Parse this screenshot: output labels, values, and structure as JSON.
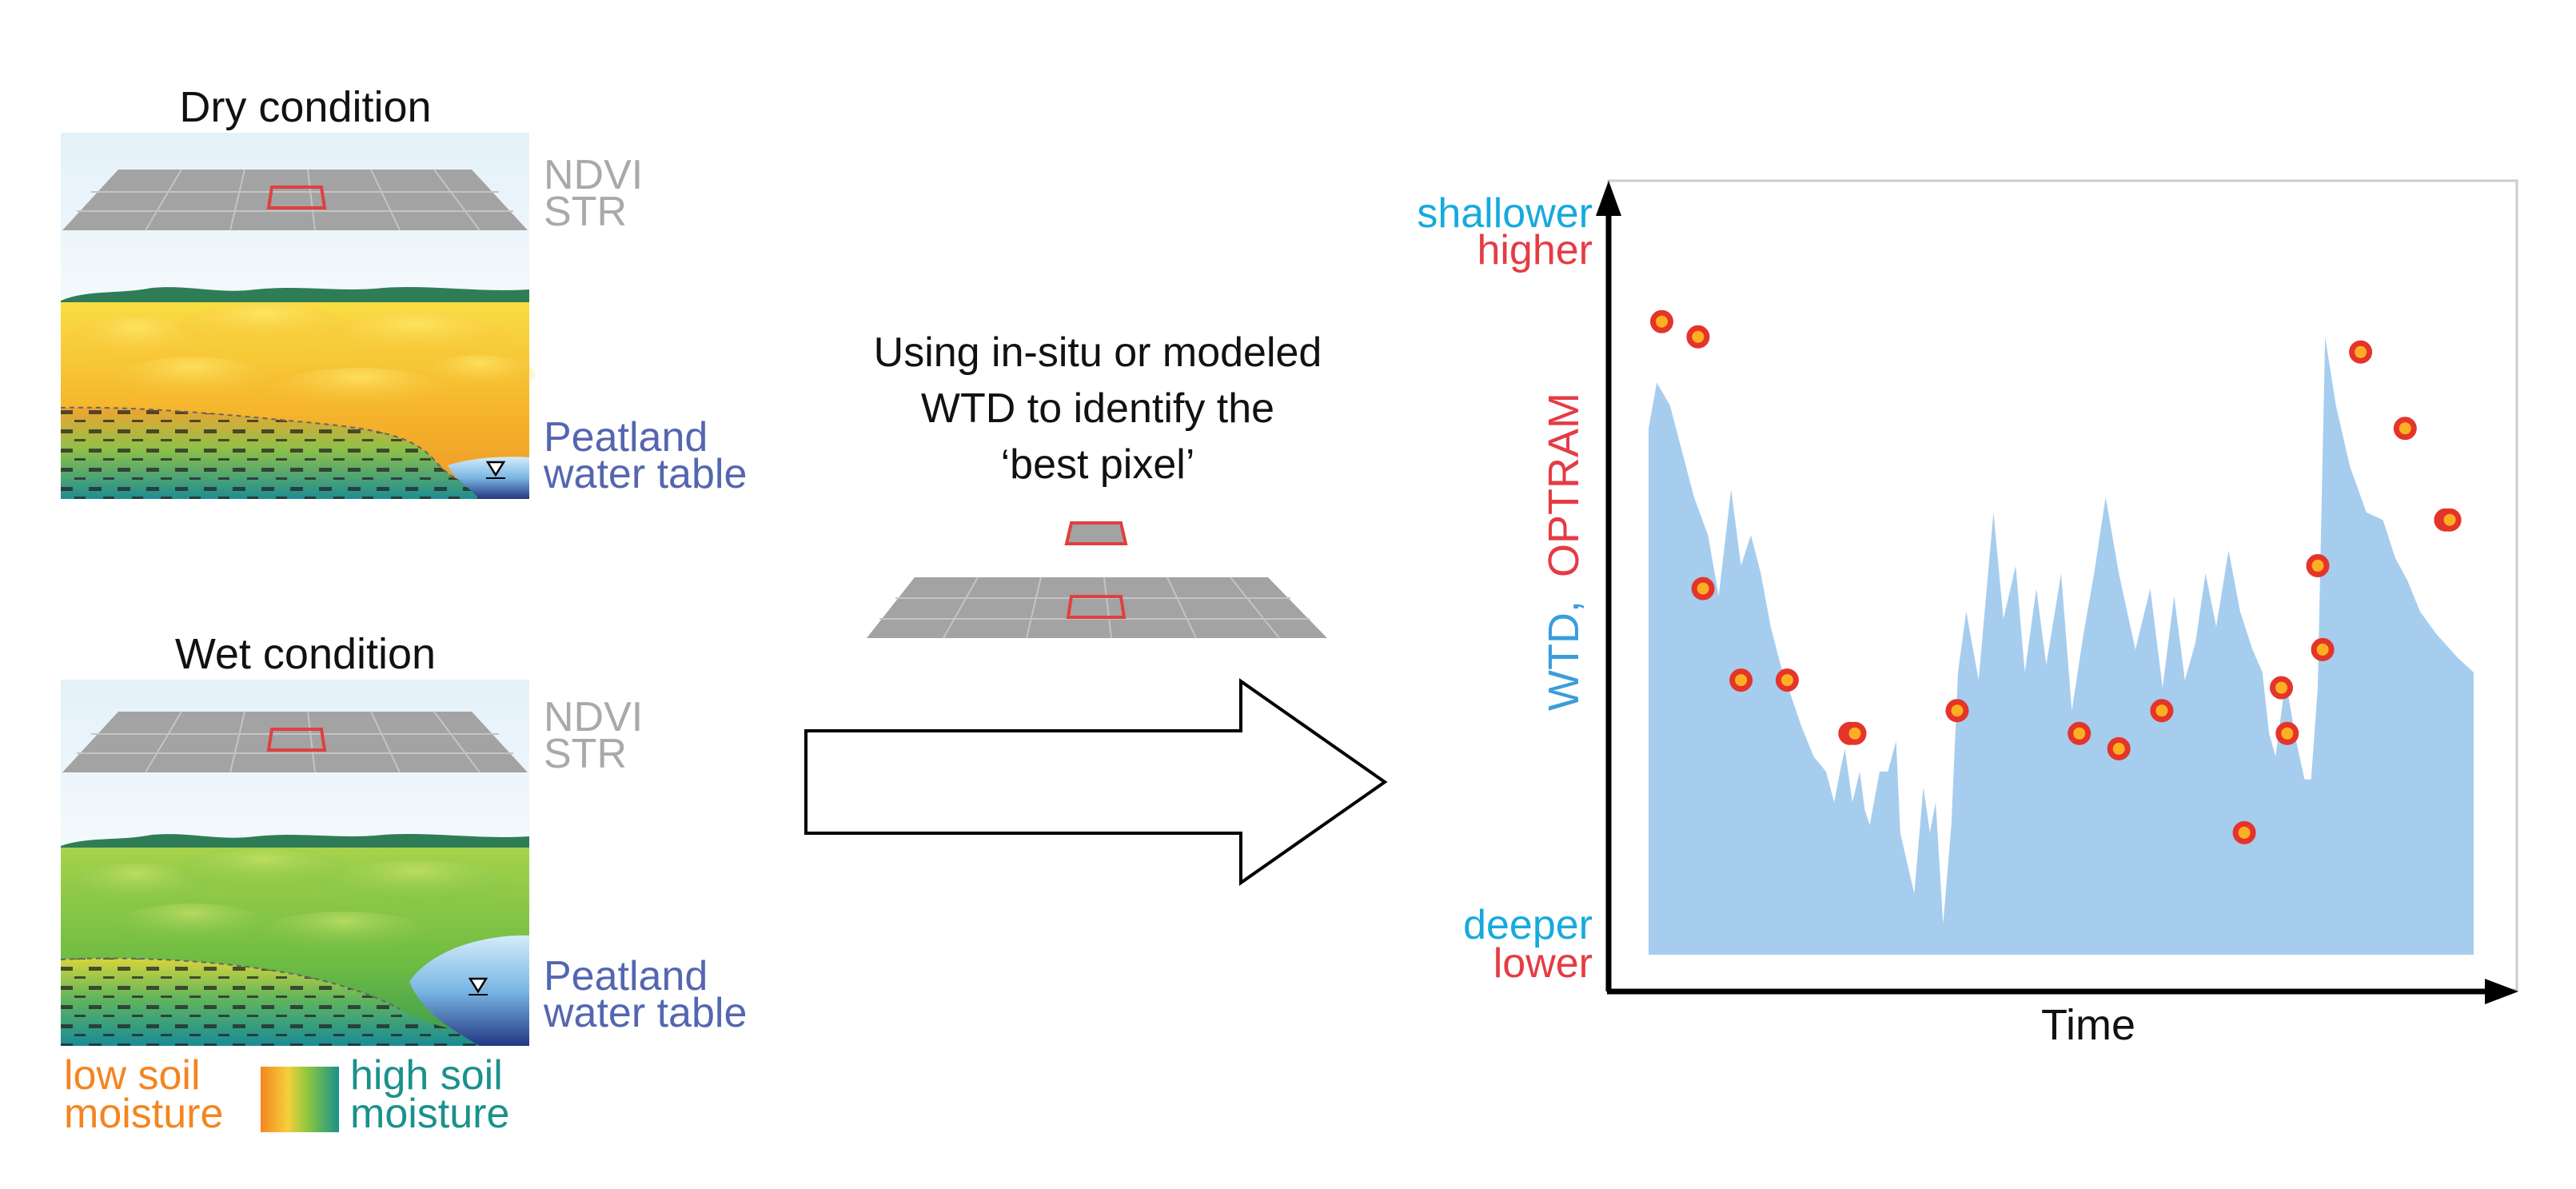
{
  "left": {
    "dry": {
      "title": "Dry condition",
      "layer_labels": [
        "NDVI",
        "STR"
      ],
      "water_table_label": [
        "Peatland",
        "water table"
      ]
    },
    "wet": {
      "title": "Wet condition",
      "layer_labels": [
        "NDVI",
        "STR"
      ],
      "water_table_label": [
        "Peatland",
        "water table"
      ]
    },
    "legend": {
      "low": [
        "low soil",
        "moisture"
      ],
      "high": [
        "high soil",
        "moisture"
      ]
    }
  },
  "middle": {
    "caption": [
      "Using in-situ or modeled",
      "WTD to identify the",
      "‘best pixel’"
    ]
  },
  "chart_data": {
    "type": "area",
    "xlabel": "Time",
    "ylabel_wtd": "WTD,",
    "ylabel_optram": "OPTRAM",
    "y_top_labels": [
      "shallower",
      "higher"
    ],
    "y_bottom_labels": [
      "deeper",
      "lower"
    ],
    "ylim": [
      0,
      1
    ],
    "xlim": [
      0,
      1
    ],
    "series": [
      {
        "kind": "area",
        "points": [
          [
            0.0,
            0.69
          ],
          [
            0.01,
            0.75
          ],
          [
            0.026,
            0.72
          ],
          [
            0.055,
            0.6
          ],
          [
            0.072,
            0.55
          ],
          [
            0.085,
            0.47
          ],
          [
            0.1,
            0.61
          ],
          [
            0.112,
            0.51
          ],
          [
            0.124,
            0.55
          ],
          [
            0.136,
            0.5
          ],
          [
            0.148,
            0.43
          ],
          [
            0.16,
            0.38
          ],
          [
            0.185,
            0.3
          ],
          [
            0.2,
            0.26
          ],
          [
            0.215,
            0.24
          ],
          [
            0.225,
            0.2
          ],
          [
            0.232,
            0.24
          ],
          [
            0.238,
            0.27
          ],
          [
            0.247,
            0.2
          ],
          [
            0.256,
            0.24
          ],
          [
            0.262,
            0.19
          ],
          [
            0.268,
            0.17
          ],
          [
            0.28,
            0.24
          ],
          [
            0.29,
            0.24
          ],
          [
            0.3,
            0.28
          ],
          [
            0.305,
            0.16
          ],
          [
            0.322,
            0.08
          ],
          [
            0.333,
            0.22
          ],
          [
            0.341,
            0.16
          ],
          [
            0.348,
            0.2
          ],
          [
            0.357,
            0.04
          ],
          [
            0.367,
            0.17
          ],
          [
            0.375,
            0.37
          ],
          [
            0.385,
            0.45
          ],
          [
            0.4,
            0.36
          ],
          [
            0.418,
            0.58
          ],
          [
            0.43,
            0.44
          ],
          [
            0.445,
            0.51
          ],
          [
            0.456,
            0.37
          ],
          [
            0.47,
            0.48
          ],
          [
            0.482,
            0.38
          ],
          [
            0.5,
            0.5
          ],
          [
            0.513,
            0.32
          ],
          [
            0.527,
            0.42
          ],
          [
            0.54,
            0.5
          ],
          [
            0.554,
            0.6
          ],
          [
            0.57,
            0.5
          ],
          [
            0.59,
            0.4
          ],
          [
            0.608,
            0.48
          ],
          [
            0.623,
            0.35
          ],
          [
            0.637,
            0.47
          ],
          [
            0.65,
            0.36
          ],
          [
            0.663,
            0.41
          ],
          [
            0.675,
            0.5
          ],
          [
            0.688,
            0.43
          ],
          [
            0.703,
            0.53
          ],
          [
            0.717,
            0.45
          ],
          [
            0.732,
            0.4
          ],
          [
            0.744,
            0.37
          ],
          [
            0.752,
            0.29
          ],
          [
            0.76,
            0.26
          ],
          [
            0.772,
            0.36
          ],
          [
            0.785,
            0.28
          ],
          [
            0.795,
            0.23
          ],
          [
            0.803,
            0.23
          ],
          [
            0.811,
            0.35
          ],
          [
            0.82,
            0.81
          ],
          [
            0.833,
            0.72
          ],
          [
            0.85,
            0.64
          ],
          [
            0.87,
            0.58
          ],
          [
            0.89,
            0.57
          ],
          [
            0.905,
            0.52
          ],
          [
            0.92,
            0.49
          ],
          [
            0.935,
            0.45
          ],
          [
            0.955,
            0.42
          ],
          [
            0.98,
            0.39
          ],
          [
            1.0,
            0.37
          ]
        ]
      },
      {
        "kind": "points",
        "points": [
          [
            0.016,
            0.83
          ],
          [
            0.06,
            0.81
          ],
          [
            0.066,
            0.48
          ],
          [
            0.112,
            0.36
          ],
          [
            0.168,
            0.36
          ],
          [
            0.244,
            0.29
          ],
          [
            0.25,
            0.29
          ],
          [
            0.374,
            0.32
          ],
          [
            0.522,
            0.29
          ],
          [
            0.57,
            0.27
          ],
          [
            0.622,
            0.32
          ],
          [
            0.722,
            0.16
          ],
          [
            0.767,
            0.35
          ],
          [
            0.774,
            0.29
          ],
          [
            0.811,
            0.51
          ],
          [
            0.817,
            0.4
          ],
          [
            0.863,
            0.79
          ],
          [
            0.917,
            0.69
          ],
          [
            0.966,
            0.57
          ],
          [
            0.971,
            0.57
          ]
        ]
      }
    ]
  },
  "colors": {
    "area": "#a6cdee",
    "point_fill": "#fcb021",
    "point_stroke": "#e5342a",
    "shallower": "#16aadd",
    "higher": "#e63b43",
    "wtd": "#3a9ddc",
    "optram": "#e63b43",
    "water_label": "#5466b0",
    "layer_label": "#a9a9a9",
    "low_soil": "#f4851f",
    "high_soil": "#1a918c",
    "plane": "#a0a0a0",
    "pixel": "#e04040",
    "sky": "#eaf4fa",
    "dry_top": "#f8d23a",
    "dry_bottom": "#f1a22a",
    "wet_top": "#8cc63f",
    "wet_bottom": "#3c9d54",
    "treeline": "#2f7d56",
    "water_dark": "#2a3d88"
  }
}
